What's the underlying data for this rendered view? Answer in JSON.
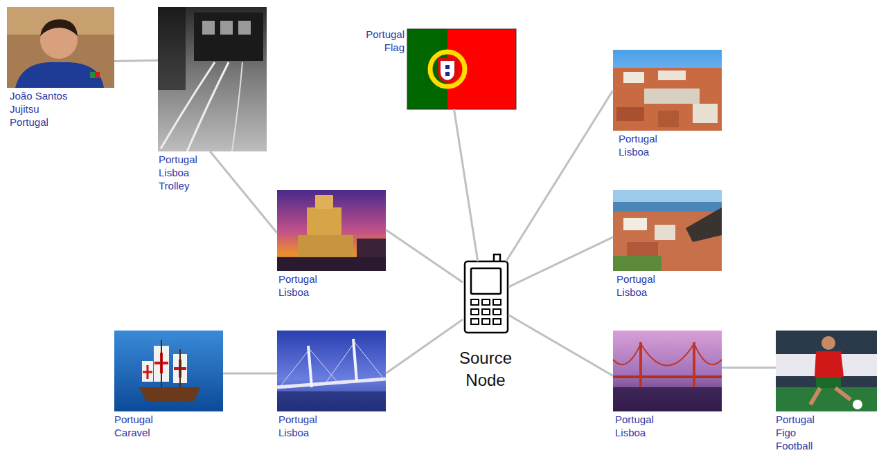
{
  "diagram": {
    "nodes": [
      {
        "text": [
          "João Santos",
          "Jujitsu",
          "Portugal"
        ]
      },
      {
        "text": [
          "Portugal",
          "Lisboa",
          "Trolley"
        ]
      },
      {
        "text": [
          "Portugal",
          "Flag"
        ]
      },
      {
        "text": [
          "Portugal",
          "Lisboa"
        ]
      },
      {
        "text": [
          "Portugal",
          "Lisboa"
        ]
      },
      {
        "text": [
          "Portugal",
          "Lisboa"
        ]
      },
      {
        "text": [
          "Source Node"
        ]
      },
      {
        "text": [
          "Portugal",
          "Caravel"
        ]
      },
      {
        "text": [
          "Portugal",
          "Lisboa"
        ]
      },
      {
        "text": [
          "Portugal",
          "Lisboa"
        ]
      },
      {
        "text": [
          "Portugal",
          "Figo",
          "Football"
        ]
      }
    ],
    "edges": [
      {
        "from": 0,
        "to": 1,
        "arrow": "none"
      },
      {
        "from": 1,
        "to": 4,
        "arrow": "none"
      },
      {
        "from": 4,
        "to": 6,
        "arrow": "none"
      },
      {
        "from": 2,
        "to": 6,
        "arrow": "none"
      },
      {
        "from": 3,
        "to": 6,
        "arrow": "none"
      },
      {
        "from": 5,
        "to": 6,
        "arrow": "none"
      },
      {
        "from": 8,
        "to": 6,
        "arrow": "none"
      },
      {
        "from": 9,
        "to": 6,
        "arrow": "none"
      },
      {
        "from": 7,
        "to": 8,
        "arrow": "none"
      },
      {
        "from": 9,
        "to": 10,
        "arrow": "none"
      }
    ]
  }
}
